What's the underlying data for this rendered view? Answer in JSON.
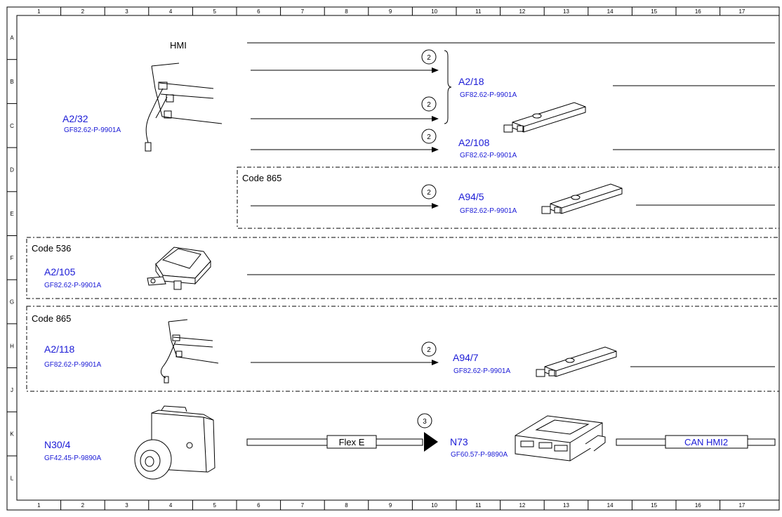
{
  "grid": {
    "columns": [
      "1",
      "2",
      "3",
      "4",
      "5",
      "6",
      "7",
      "8",
      "9",
      "10",
      "11",
      "12",
      "13",
      "14",
      "15",
      "16",
      "17"
    ],
    "rows": [
      "A",
      "B",
      "C",
      "D",
      "E",
      "F",
      "G",
      "H",
      "J",
      "K",
      "L"
    ]
  },
  "hmi_label": "HMI",
  "groups": {
    "code865_top": "Code 865",
    "code536": "Code 536",
    "code865_bottom": "Code 865"
  },
  "components": {
    "a2_32": {
      "id": "A2/32",
      "ref": "GF82.62-P-9901A"
    },
    "a2_18": {
      "id": "A2/18",
      "ref": "GF82.62-P-9901A"
    },
    "a2_108": {
      "id": "A2/108",
      "ref": "GF82.62-P-9901A"
    },
    "a94_5": {
      "id": "A94/5",
      "ref": "GF82.62-P-9901A"
    },
    "a2_105": {
      "id": "A2/105",
      "ref": "GF82.62-P-9901A"
    },
    "a2_118": {
      "id": "A2/118",
      "ref": "GF82.62-P-9901A"
    },
    "a94_7": {
      "id": "A94/7",
      "ref": "GF82.62-P-9901A"
    },
    "n30_4": {
      "id": "N30/4",
      "ref": "GF42.45-P-9890A"
    },
    "n73": {
      "id": "N73",
      "ref": "GF60.57-P-9890A"
    }
  },
  "markers": {
    "m1": "2",
    "m2": "2",
    "m3": "2",
    "m4": "2",
    "m5": "2",
    "m6": "3"
  },
  "buses": {
    "flex_e": "Flex E",
    "can_hmi2": "CAN HMI2"
  }
}
